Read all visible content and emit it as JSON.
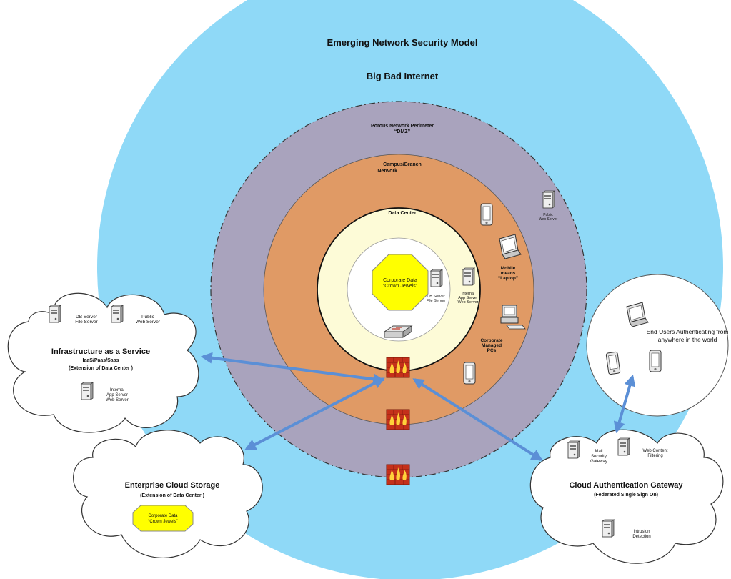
{
  "title": "Emerging  Network Security Model",
  "internet_label": "Big Bad Internet",
  "perimeter": {
    "line1": "Porous Network Perimeter",
    "line2": "“DMZ”"
  },
  "campus": {
    "line1": "Campus/Branch",
    "line2": "Network"
  },
  "datacenter_label": "Data Center",
  "crown_jewels": {
    "line1": "Corporate Data",
    "line2": "“Crown Jewels”"
  },
  "db_server": {
    "line1": "DB Server",
    "line2": "File Server"
  },
  "internal_app_server": {
    "line1": "Internal",
    "line2": "App Server",
    "line3": "Web Server"
  },
  "public_web_server": {
    "line1": "Public",
    "line2": "Web Server"
  },
  "mobile": {
    "line1": "Mobile",
    "line2": "means",
    "line3": "“Laptop”"
  },
  "corporate_pcs": {
    "line1": "Corporate",
    "line2": "Managed",
    "line3": "PCs"
  },
  "iaas": {
    "title": "Infrastructure as a Service",
    "subtitle": "IaaS/Paas/Saas",
    "note": "(Extension of Data Center )",
    "db_server": {
      "line1": "DB Server",
      "line2": "File Server"
    },
    "public_web": {
      "line1": "Public",
      "line2": "Web Server"
    },
    "internal_app": {
      "line1": "Internal",
      "line2": "App Server",
      "line3": "Web Server"
    }
  },
  "storage": {
    "title": "Enterprise Cloud Storage",
    "note": "(Extension of Data Center )",
    "crown_jewels": {
      "line1": "Corporate Data",
      "line2": "“Crown Jewels”"
    }
  },
  "auth_gateway": {
    "title": "Cloud Authentication Gateway",
    "subtitle": "(Federated Single Sign On)",
    "mail": {
      "line1": "Mail",
      "line2": "Security",
      "line3": "Gateway"
    },
    "web_filter": {
      "line1": "Web Content",
      "line2": "Filtering"
    },
    "intrusion": {
      "line1": "Intrusion",
      "line2": "Detection"
    }
  },
  "end_users": {
    "line1": "End Users Authenticating from",
    "line2": "anywhere in the world"
  },
  "colors": {
    "internet": "#8fd9f7",
    "perimeter": "#a9a3bd",
    "campus": "#e09a65",
    "datacenter": "#fdfbd7",
    "core": "#ffffff",
    "crown_jewels": "#ffff00",
    "arrow": "#5b8fd6",
    "firewall": "#d93a1a"
  },
  "icons": [
    "server-icon",
    "laptop-icon",
    "tablet-icon",
    "desktop-pc-icon",
    "router-switch-icon",
    "firewall-icon"
  ]
}
